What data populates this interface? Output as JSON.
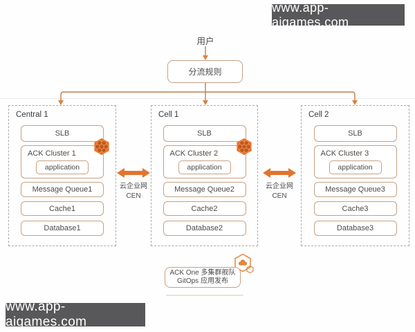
{
  "watermark": {
    "top": "www.app-aigames.com",
    "bottom": "www.app-aigames.com"
  },
  "flow": {
    "user": "用户",
    "router": "分流规则"
  },
  "cen_links": [
    {
      "line1": "云企业网",
      "line2": "CEN"
    },
    {
      "line1": "云企业网",
      "line2": "CEN"
    }
  ],
  "columns": [
    {
      "title": "Central 1",
      "slb": "SLB",
      "cluster": "ACK Cluster 1",
      "app": "application",
      "queue": "Message Queue1",
      "cache": "Cache1",
      "database": "Database1",
      "cluster_icon": "ack-honeycomb-hexagon"
    },
    {
      "title": "Cell 1",
      "slb": "SLB",
      "cluster": "ACK Cluster 2",
      "app": "application",
      "queue": "Message Queue2",
      "cache": "Cache2",
      "database": "Database2",
      "cluster_icon": "ack-honeycomb-hexagon"
    },
    {
      "title": "Cell 2",
      "slb": "SLB",
      "cluster": "ACK Cluster 3",
      "app": "application",
      "queue": "Message Queue3",
      "cache": "Cache3",
      "database": "Database3",
      "cluster_icon": null
    }
  ],
  "footer": {
    "line1": "ACK One 多集群舰队",
    "line2": "GitOps 应用发布",
    "icon": "cloud-hexagon"
  },
  "colors": {
    "accent_orange": "#e2742e",
    "icon_orange": "#e8732a",
    "connector_line": "#bf7e4c",
    "arrowhead": "#dd803c",
    "box_border": "#c6a183",
    "dashed_border": "#a9a9a9",
    "text": "#454545",
    "watermark_bg": "#58585a",
    "watermark_text": "#ffffff"
  }
}
